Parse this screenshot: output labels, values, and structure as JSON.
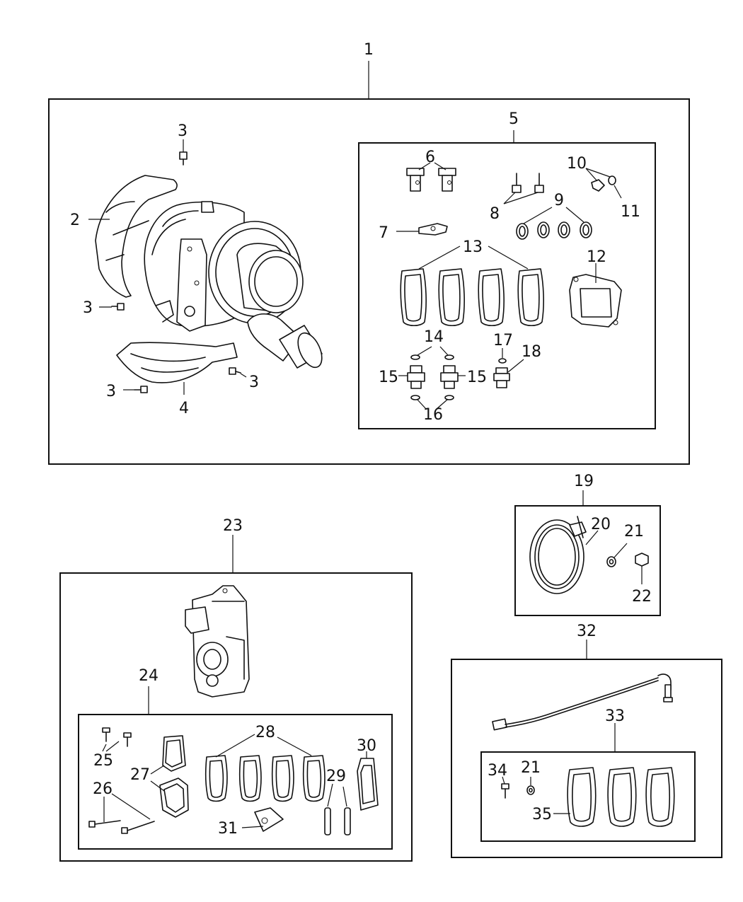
{
  "labels": {
    "p1": "1",
    "p2": "2",
    "p3a": "3",
    "p3b": "3",
    "p3c": "3",
    "p3d": "3",
    "p4": "4",
    "p5": "5",
    "p6": "6",
    "p7": "7",
    "p8": "8",
    "p9": "9",
    "p10": "10",
    "p11": "11",
    "p12": "12",
    "p13": "13",
    "p14": "14",
    "p15a": "15",
    "p15b": "15",
    "p16": "16",
    "p17": "17",
    "p18": "18",
    "p19": "19",
    "p20": "20",
    "p21a": "21",
    "p22": "22",
    "p23": "23",
    "p24": "24",
    "p25": "25",
    "p26": "26",
    "p27": "27",
    "p28": "28",
    "p29": "29",
    "p30": "30",
    "p31": "31",
    "p32": "32",
    "p33": "33",
    "p34": "34",
    "p21b": "21",
    "p35": "35"
  }
}
